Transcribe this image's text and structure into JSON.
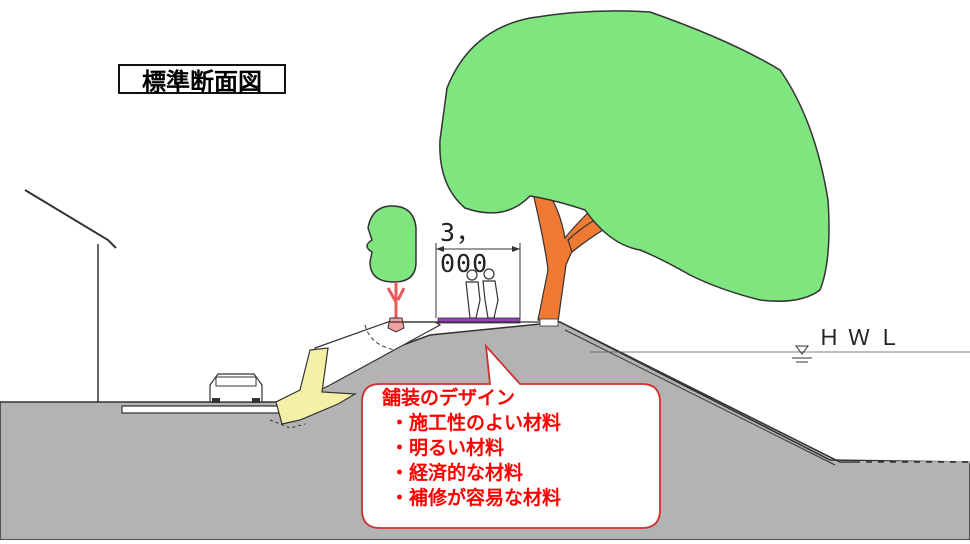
{
  "diagram": {
    "title": "標準断面図",
    "dimension_label": "3，000",
    "water_level_label": "ＨＷＬ",
    "callout": {
      "heading": "舗装のデザイン",
      "items": [
        "・施工性のよい材料",
        "・明るい材料",
        "・経済的な材料",
        "・補修が容易な材料"
      ]
    },
    "colors": {
      "ground": "#b3b3b3",
      "tree_foliage": "#7fe57f",
      "tree_trunk": "#f07a34",
      "small_tree_trunk": "#e85a5a",
      "retaining_wall": "#f5f0a8",
      "pavement": "#9a3fbf",
      "callout_text": "#ff0000",
      "callout_border": "#d03030"
    }
  }
}
